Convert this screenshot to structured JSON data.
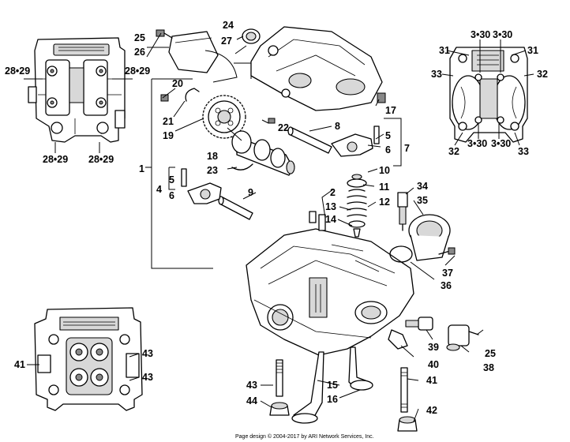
{
  "labels": {
    "l1": "1",
    "l2": "2",
    "l4": "4",
    "l5a": "5",
    "l5b": "5",
    "l6a": "6",
    "l6b": "6",
    "l7": "7",
    "l8": "8",
    "l9": "9",
    "l10": "10",
    "l11": "11",
    "l12": "12",
    "l13": "13",
    "l14": "14",
    "l15": "15",
    "l16": "16",
    "l17": "17",
    "l18": "18",
    "l19": "19",
    "l20": "20",
    "l21": "21",
    "l22": "22",
    "l23": "23",
    "l24": "24",
    "l25a": "25",
    "l25b": "25",
    "l26": "26",
    "l27": "27",
    "l2829a": "28•29",
    "l2829b": "28•29",
    "l2829c": "28•29",
    "l2829d": "28•29",
    "l31a": "31",
    "l31b": "31",
    "l32a": "32",
    "l32b": "32",
    "l33a": "33",
    "l33b": "33",
    "l330a": "3•30",
    "l330b": "3•30",
    "l330c": "3•30",
    "l330d": "3•30",
    "l34": "34",
    "l35": "35",
    "l36": "36",
    "l37": "37",
    "l38": "38",
    "l39": "39",
    "l40": "40",
    "l41a": "41",
    "l41b": "41",
    "l42": "42",
    "l43a": "43",
    "l43b": "43",
    "l43c": "43",
    "l44": "44"
  },
  "footer": "Page design © 2004-2017 by ARI Network Services, Inc."
}
